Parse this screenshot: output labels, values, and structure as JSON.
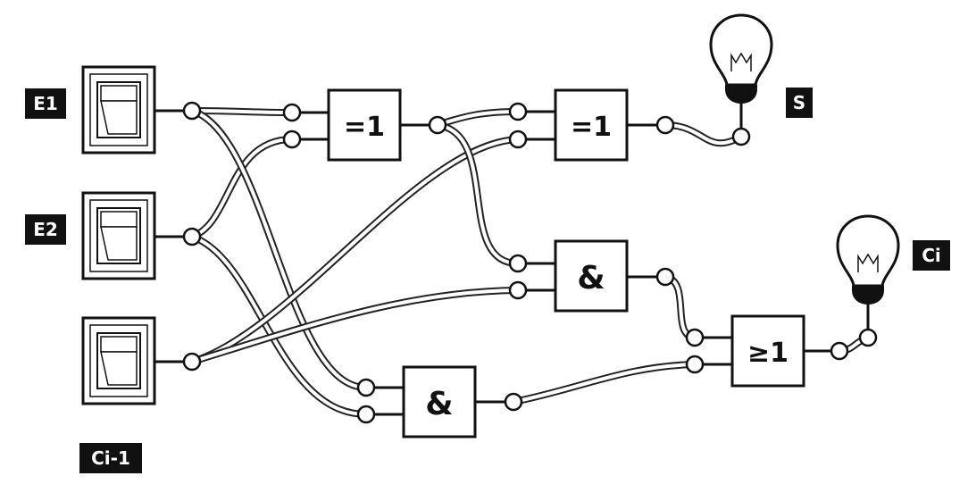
{
  "labels": {
    "e1": "E1",
    "e2": "E2",
    "ci_prev": "Ci-1",
    "s": "S",
    "ci": "Ci"
  },
  "gates": {
    "xor1": "=1",
    "xor2": "=1",
    "and1": "&",
    "and2": "&",
    "or1": "≥1"
  },
  "icons": [
    "switch-icon",
    "bulb-icon"
  ],
  "colors": {
    "ink": "#111111",
    "background": "#ffffff"
  }
}
